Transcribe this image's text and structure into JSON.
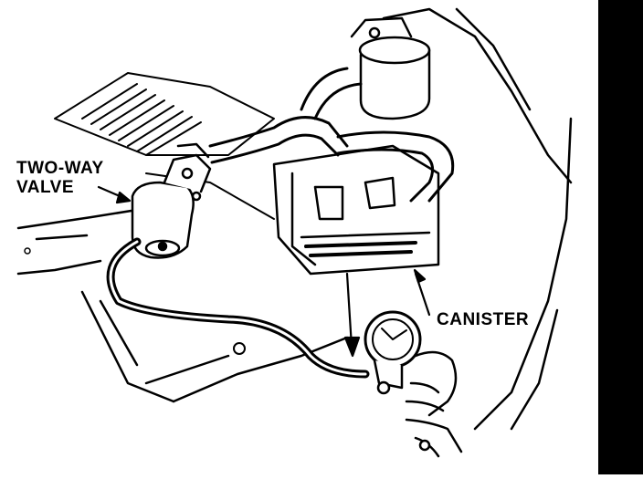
{
  "labels": {
    "two_way_line1": "TWO-WAY",
    "two_way_line2": "VALVE",
    "canister": "CANISTER"
  },
  "colors": {
    "ink": "#000000",
    "paper": "#ffffff"
  }
}
